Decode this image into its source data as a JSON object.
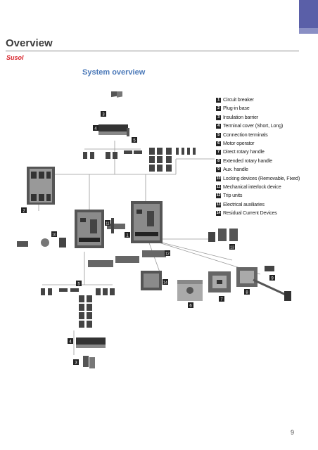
{
  "header": {
    "title": "Overview",
    "brand": "Susol",
    "subtitle": "System overview"
  },
  "legend": [
    {
      "num": "1",
      "label": "Circuit breaker"
    },
    {
      "num": "2",
      "label": "Plug-in base"
    },
    {
      "num": "3",
      "label": "Insulation barrier"
    },
    {
      "num": "4",
      "label": "Terminal cover (Short, Long)"
    },
    {
      "num": "5",
      "label": "Connection terminals"
    },
    {
      "num": "6",
      "label": "Motor operator"
    },
    {
      "num": "7",
      "label": "Direct rotary handle"
    },
    {
      "num": "8",
      "label": "Extended rotary handle"
    },
    {
      "num": "9",
      "label": "Aux. handle"
    },
    {
      "num": "10",
      "label": "Locking devices (Removable, Fixed)"
    },
    {
      "num": "11",
      "label": "Mechanical interlock device"
    },
    {
      "num": "12",
      "label": "Trip units"
    },
    {
      "num": "13",
      "label": "Electrical auxiliaries"
    },
    {
      "num": "14",
      "label": "Residual Current Devices"
    }
  ],
  "callouts": [
    "3",
    "4",
    "5",
    "2",
    "10",
    "11",
    "1",
    "12",
    "13",
    "14",
    "5",
    "4",
    "3",
    "6",
    "7",
    "8",
    "9"
  ],
  "footer": {
    "page_number": "9"
  }
}
